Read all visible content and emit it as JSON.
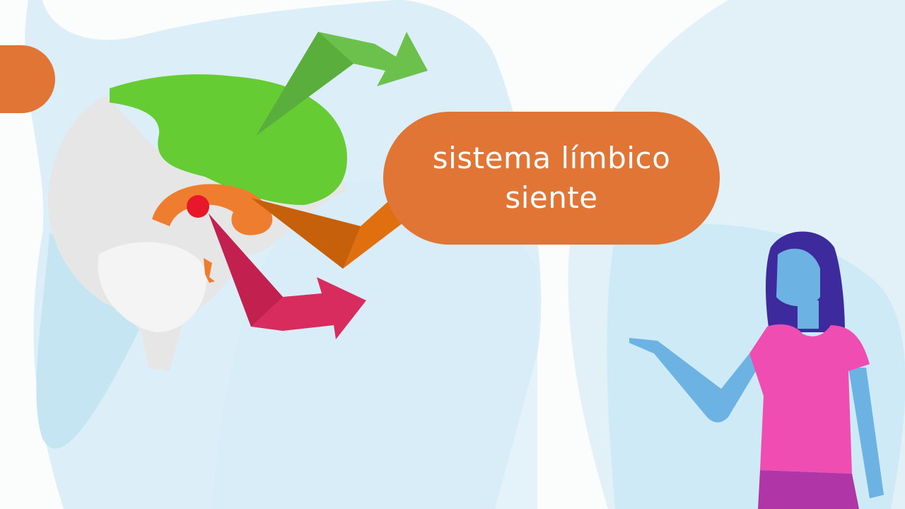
{
  "scene": {
    "background_color": "#fbfcfc",
    "blob_colors": [
      "#dceef7",
      "#c6e5f3",
      "#e2f1f8"
    ]
  },
  "callout": {
    "line1": "sistema límbico",
    "line2": "siente",
    "color": "#e07535",
    "text_color": "#ffffff"
  },
  "brain": {
    "regions": [
      {
        "name": "neocortex",
        "color": "#66cc33"
      },
      {
        "name": "limbic-system",
        "color": "#ee7d30"
      },
      {
        "name": "reptilian-core",
        "color": "#e8182a"
      },
      {
        "name": "rest-of-brain",
        "color": "#e6e6e6"
      }
    ]
  },
  "arrows": [
    {
      "name": "green-arrow",
      "color": "#6cc14c"
    },
    {
      "name": "orange-arrow",
      "color": "#e0700f"
    },
    {
      "name": "pink-arrow",
      "color": "#d82c5e"
    }
  ],
  "presenter": {
    "hair_color": "#3d2a9c",
    "skin_color": "#6cb3e3",
    "shirt_color": "#f04db3",
    "pants_color": "#b036a8"
  }
}
